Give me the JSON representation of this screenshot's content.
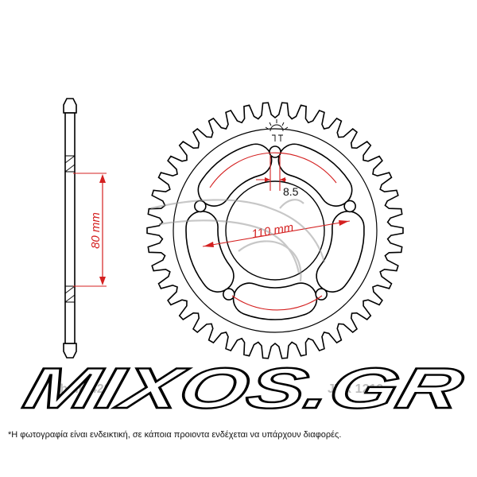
{
  "colors": {
    "outline": "#000000",
    "dimension": "#d42020",
    "watermark_fill": "#ffffff",
    "watermark_stroke": "#000000",
    "background": "#ffffff"
  },
  "sprocket": {
    "teeth": 42,
    "dimensions": {
      "center_bore": "80 mm",
      "bolt_circle": "110 mm",
      "bolt_hole": "8.5"
    },
    "chain_label": "Chain 428",
    "part_number": "JTR 1219"
  },
  "watermark": {
    "text": "MIXOS.GR",
    "icon": "motorcycle-silhouette-icon"
  },
  "disclaimer": "*Η φωτογραφία είναι ενδεικτική, σε κάποια προιοντα ενδέχεται να υπάρχουν διαφορές."
}
